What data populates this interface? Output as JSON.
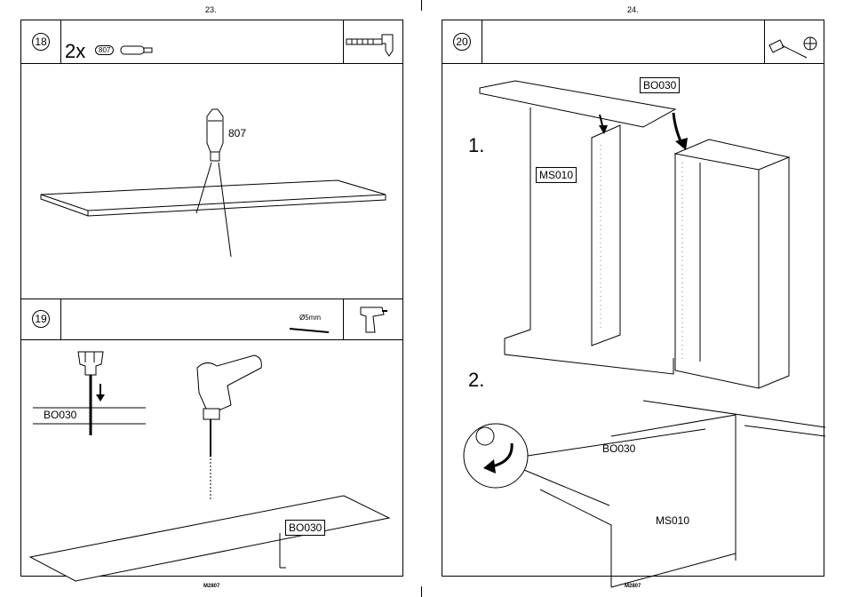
{
  "pages": {
    "left_number": "23.",
    "right_number": "24.",
    "left_footer": "M2807",
    "right_footer": "M2807"
  },
  "step18": {
    "number": "18",
    "quantity": "2x",
    "part_badge": "807",
    "callout": "807",
    "icon": "hammer-icon"
  },
  "step19": {
    "number": "19",
    "drill_bit_label": "Ø5mm",
    "board_label_left": "BO030",
    "board_label_right": "BO030",
    "icon": "drill-icon"
  },
  "step20": {
    "number": "20",
    "sub1": "1.",
    "sub2": "2.",
    "board_top": "BO030",
    "side_panel": "MS010",
    "detail_board": "BO030",
    "detail_side": "MS010",
    "icon": "screwdriver-icon"
  },
  "colors": {
    "line": "#000000",
    "grey": "#888888"
  }
}
